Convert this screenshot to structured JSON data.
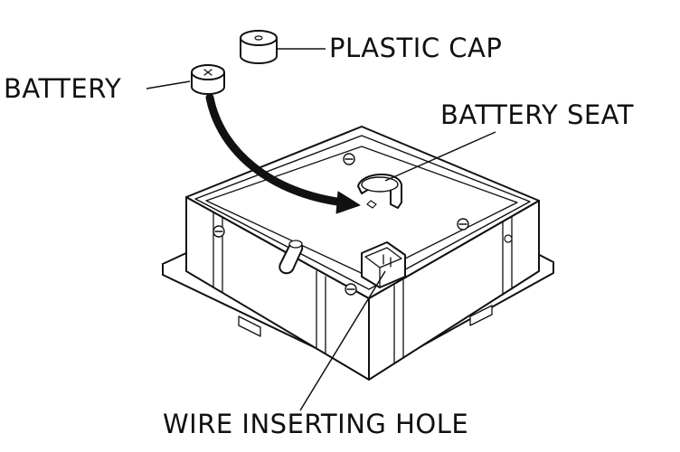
{
  "labels": {
    "plastic_cap": "PLASTIC CAP",
    "battery": "BATTERY",
    "battery_seat": "BATTERY SEAT",
    "wire_hole": "WIRE INSERTING HOLE"
  },
  "colors": {
    "line": "#111111",
    "background": "#ffffff"
  }
}
